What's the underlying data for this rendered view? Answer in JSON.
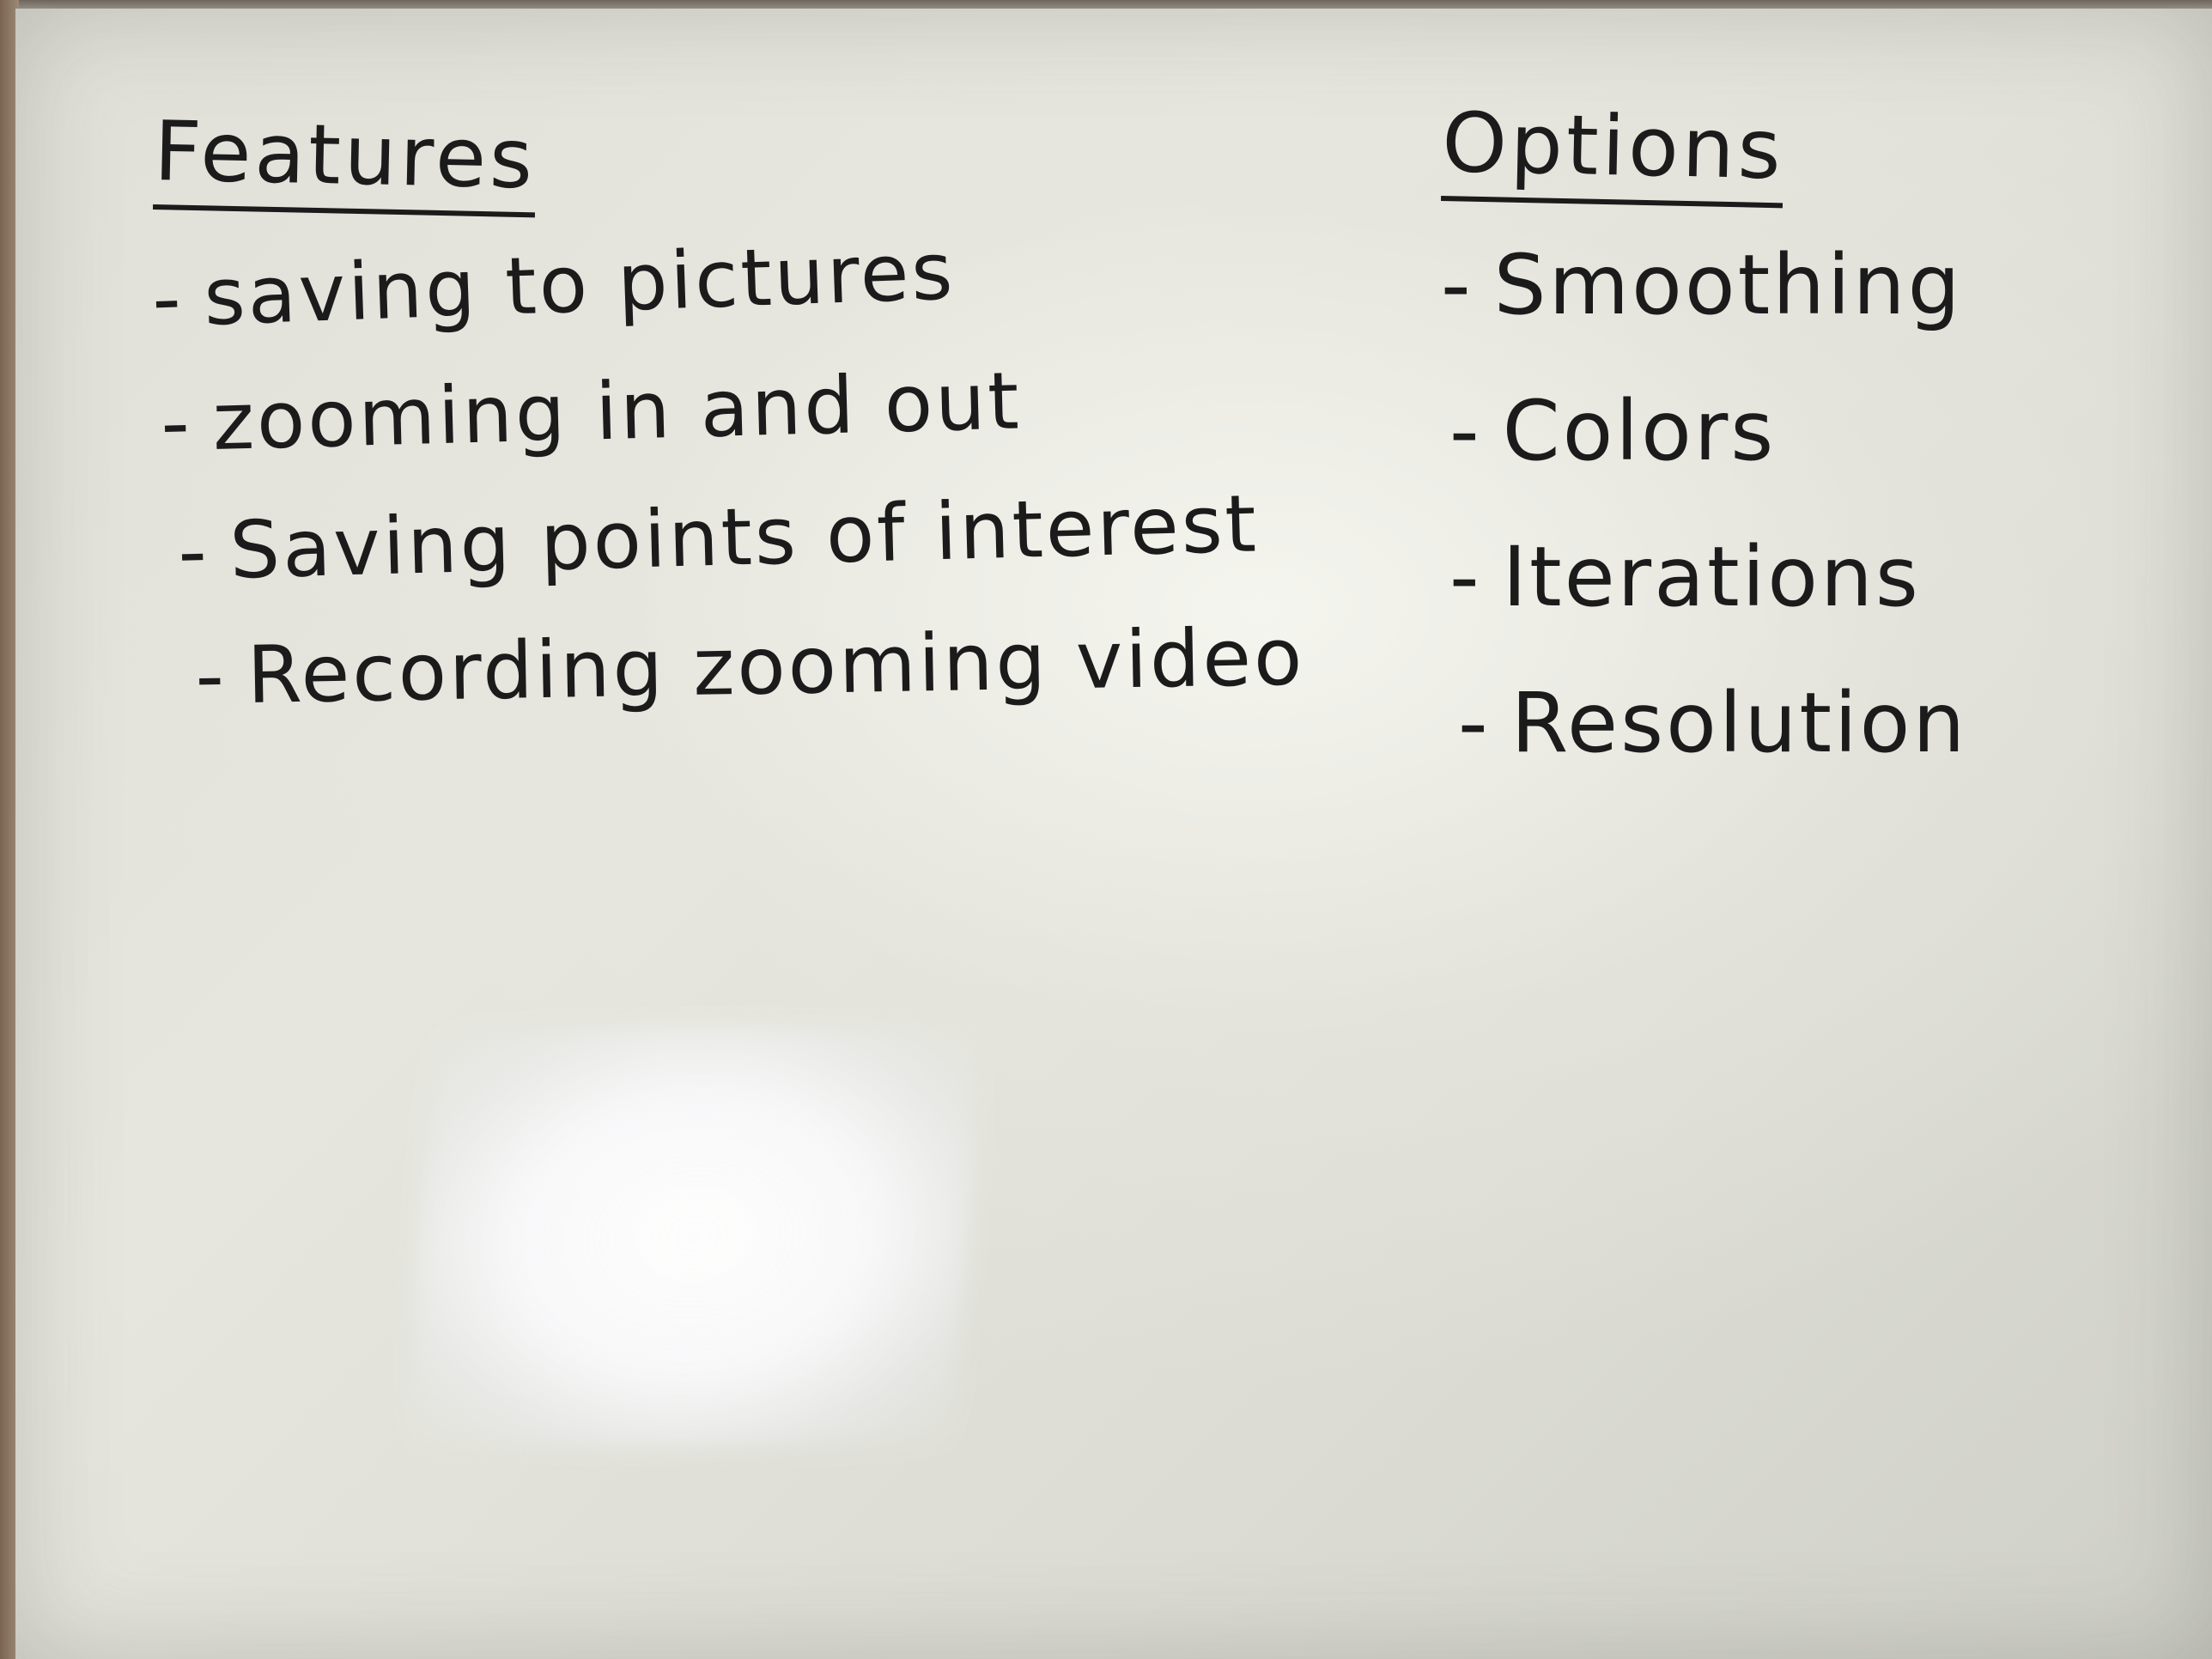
{
  "whiteboard": {
    "features": {
      "heading": "Features",
      "items": [
        "saving to pictures",
        "zooming in and out",
        "Saving points of interest",
        "Recording zooming video"
      ]
    },
    "options": {
      "heading": "Options",
      "items": [
        "Smoothing",
        "Colors",
        "Iterations",
        "Resolution"
      ]
    },
    "bullet_marker": "-",
    "colors": {
      "board": "#e2e2db",
      "ink": "#1b1b1b",
      "frame": "#8d7f6e"
    }
  }
}
